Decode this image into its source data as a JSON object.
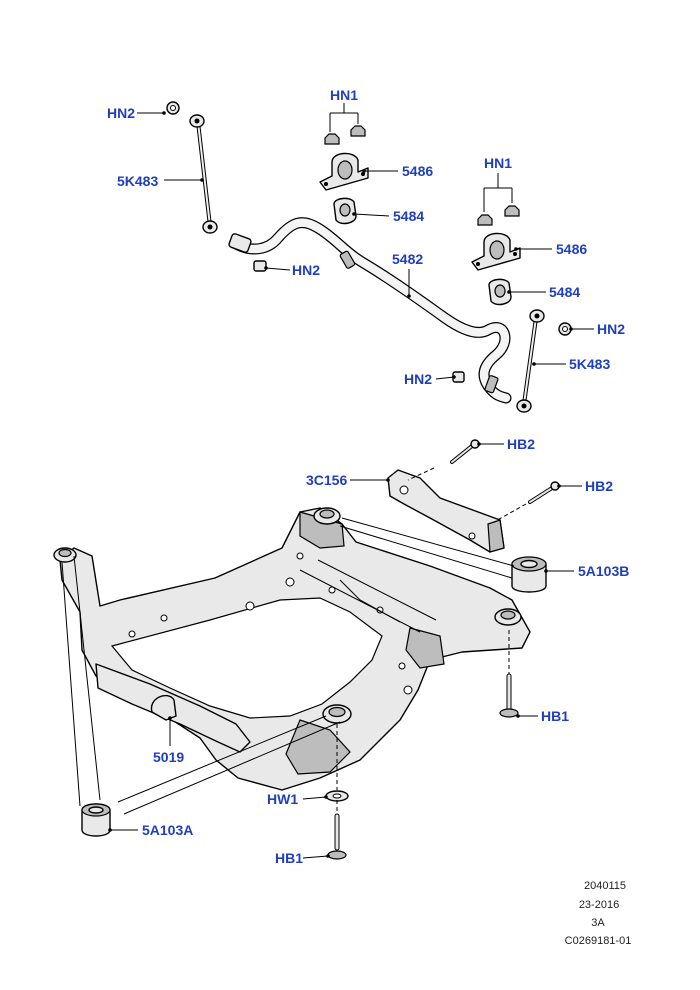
{
  "callouts": {
    "hn2_top_left": "HN2",
    "rod_5k483_left": "5K483",
    "hn2_under_bar": "HN2",
    "hn1_top": "HN1",
    "clamp_5486_top": "5486",
    "bush_5484_top": "5484",
    "bar_5482": "5482",
    "hn1_right": "HN1",
    "clamp_5486_right": "5486",
    "bush_5484_right": "5484",
    "hn2_right": "HN2",
    "rod_5k483_right": "5K483",
    "hn2_lower": "HN2",
    "hb2_upper": "HB2",
    "hb2_lower": "HB2",
    "brace_3c156": "3C156",
    "mount_5a103b": "5A103B",
    "hb1_right": "HB1",
    "bracket_5019": "5019",
    "hw1": "HW1",
    "mount_5a103a": "5A103A",
    "hb1_bottom": "HB1"
  },
  "meta": {
    "line1": "2040115",
    "line2": "23-2016",
    "line3": "3A",
    "line4": "C0269181-01"
  }
}
